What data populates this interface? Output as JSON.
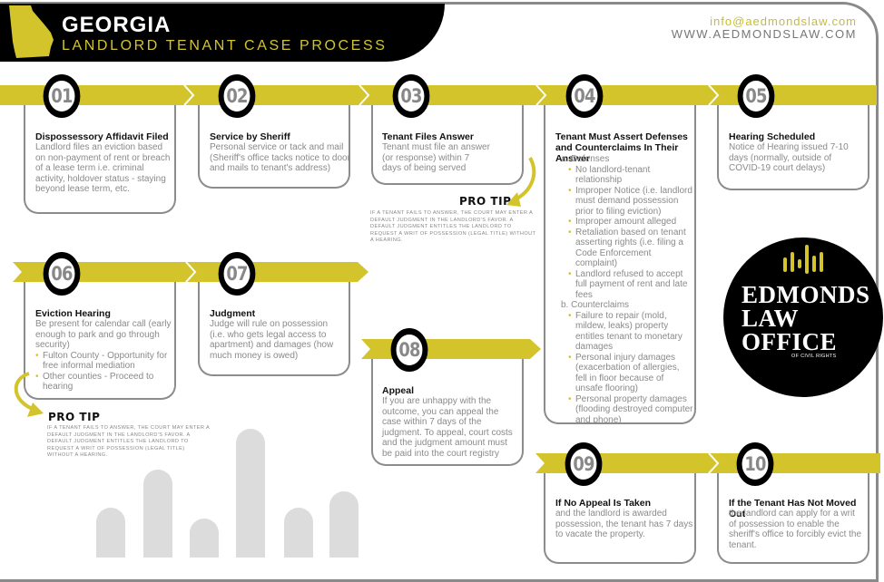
{
  "header": {
    "title": "GEORGIA",
    "subtitle": "LANDLORD TENANT CASE PROCESS",
    "email": "info@aedmondslaw.com",
    "website": "WWW.AEDMONDSLAW.COM",
    "state_icon": "georgia-state-silhouette"
  },
  "colors": {
    "accent": "#d2c42a",
    "dark": "#000000",
    "text_gray": "#8a8a8a",
    "frame_gray": "#8c8c8c"
  },
  "steps": [
    {
      "number": "01",
      "title": "Dispossessory Affidavit Filed",
      "body": "Landlord files an eviction based on non-payment of rent or breach of a lease term i.e. criminal activity, holdover status - staying beyond lease term, etc."
    },
    {
      "number": "02",
      "title": "Service by Sheriff",
      "body": "Personal service or tack and mail (Sheriff's office tacks notice to door and mails to tenant's address)"
    },
    {
      "number": "03",
      "title": "Tenant Files Answer",
      "body": "Tenant must file an answer (or response) within 7 days of being served"
    },
    {
      "number": "04",
      "title": "Tenant Must Assert Defenses and Counterclaims In Their Answer",
      "defenses_label": "a. Defenses",
      "defenses": [
        "No landlord-tenant relationship",
        "Improper Notice (i.e. landlord must demand possession prior to filing eviction)",
        "Improper amount alleged",
        "Retaliation based on tenant asserting rights (i.e. filing a Code Enforcement complaint)",
        "Landlord refused to accept full payment of rent and late fees"
      ],
      "counterclaims_label": "b. Counterclaims",
      "counterclaims": [
        "Failure to repair (mold, mildew, leaks) property entitles tenant to monetary damages",
        "Personal injury damages (exacerbation of allergies, fell in floor because of unsafe flooring)",
        "Personal property damages (flooding destroyed computer and phone)"
      ]
    },
    {
      "number": "05",
      "title": "Hearing Scheduled",
      "body": "Notice of Hearing issued 7-10 days (normally, outside of COVID-19 court delays)"
    },
    {
      "number": "06",
      "title": "Eviction Hearing",
      "body": "Be present for calendar call (early enough to park and go through security)",
      "bullets": [
        "Fulton County - Opportunity for free informal mediation",
        "Other counties - Proceed to hearing"
      ]
    },
    {
      "number": "07",
      "title": "Judgment",
      "body": "Judge will rule on possession (i.e. who gets legal access to apartment) and damages (how much money is owed)"
    },
    {
      "number": "08",
      "title": "Appeal",
      "body": "If you are unhappy with the outcome, you can appeal the case within 7 days of the judgment.  To appeal, court costs and the judgment amount must be paid into the court registry"
    },
    {
      "number": "09",
      "title": "If No Appeal Is Taken",
      "body": "and the landlord is awarded possession, the tenant has 7 days to vacate the property."
    },
    {
      "number": "10",
      "title": "If the Tenant Has Not Moved Out",
      "body": "the landlord can apply for a writ of possession to enable the sheriff's office to forcibly evict the tenant."
    }
  ],
  "pro_tips": [
    {
      "title": "PRO TIP",
      "body": "If a tenant fails to answer, the court may enter a default judgment in the landlord's favor. A default judgment entitles the landlord to request a writ of possession (legal title) without a hearing."
    },
    {
      "title": "PRO TIP",
      "body": "If a tenant fails to answer, the court may enter a default judgment in the landlord's favor. A default judgment entitles the landlord to request a writ of possession (legal title) without a hearing."
    }
  ],
  "logo": {
    "line1": "EDMONDS",
    "line2": "LAW",
    "line3": "OFFICE",
    "tagline": "OF CIVIL RIGHTS"
  }
}
